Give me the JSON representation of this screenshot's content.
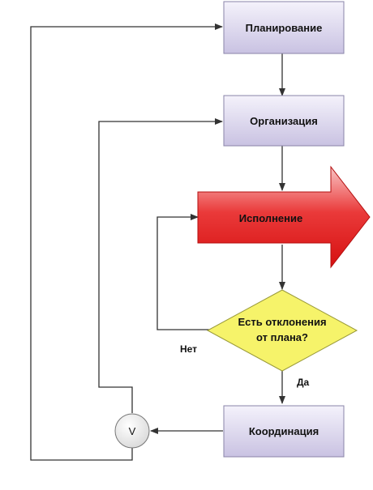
{
  "diagram": {
    "nodes": {
      "planning": "Планирование",
      "organization": "Организация",
      "execution": "Исполнение",
      "decision_line1": "Есть отклонения",
      "decision_line2": "от плана?",
      "coordination": "Координация",
      "junction": "V"
    },
    "edge_labels": {
      "no": "Нет",
      "yes": "Да"
    },
    "colors": {
      "box_fill_top": "#f4f2fb",
      "box_fill_bottom": "#c9c2e2",
      "box_stroke": "#8a84a8",
      "arrow_fill_top": "#f7b3b3",
      "arrow_fill_mid": "#e01818",
      "arrow_stroke": "#b40f0f",
      "diamond_fill": "#f6f36a",
      "diamond_stroke": "#9a9a3a",
      "circle_fill": "#ececec",
      "line": "#333333"
    }
  }
}
